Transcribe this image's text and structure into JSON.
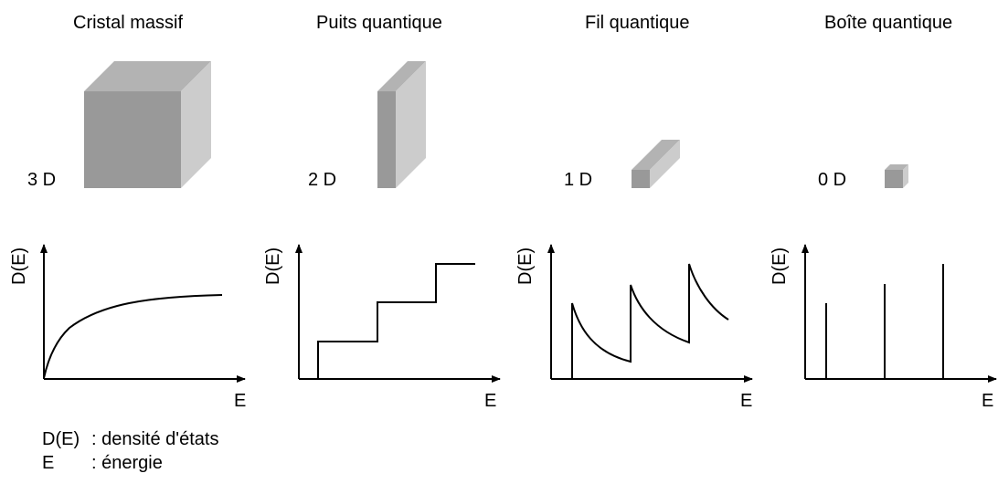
{
  "panels": [
    {
      "title": "Cristal massif",
      "dim": "3 D",
      "xlabel": "E",
      "ylabel": "D(E)"
    },
    {
      "title": "Puits quantique",
      "dim": "2 D",
      "xlabel": "E",
      "ylabel": "D(E)"
    },
    {
      "title": "Fil quantique",
      "dim": "1 D",
      "xlabel": "E",
      "ylabel": "D(E)"
    },
    {
      "title": "Boîte quantique",
      "dim": "0 D",
      "xlabel": "E",
      "ylabel": "D(E)"
    }
  ],
  "legend": [
    {
      "key": "D(E)",
      "desc": ": densité d'états"
    },
    {
      "key": "E",
      "desc": ": énergie"
    }
  ],
  "colors": {
    "front": "#999999",
    "side": "#cccccc",
    "top": "#b3b3b3",
    "line": "#000000"
  }
}
